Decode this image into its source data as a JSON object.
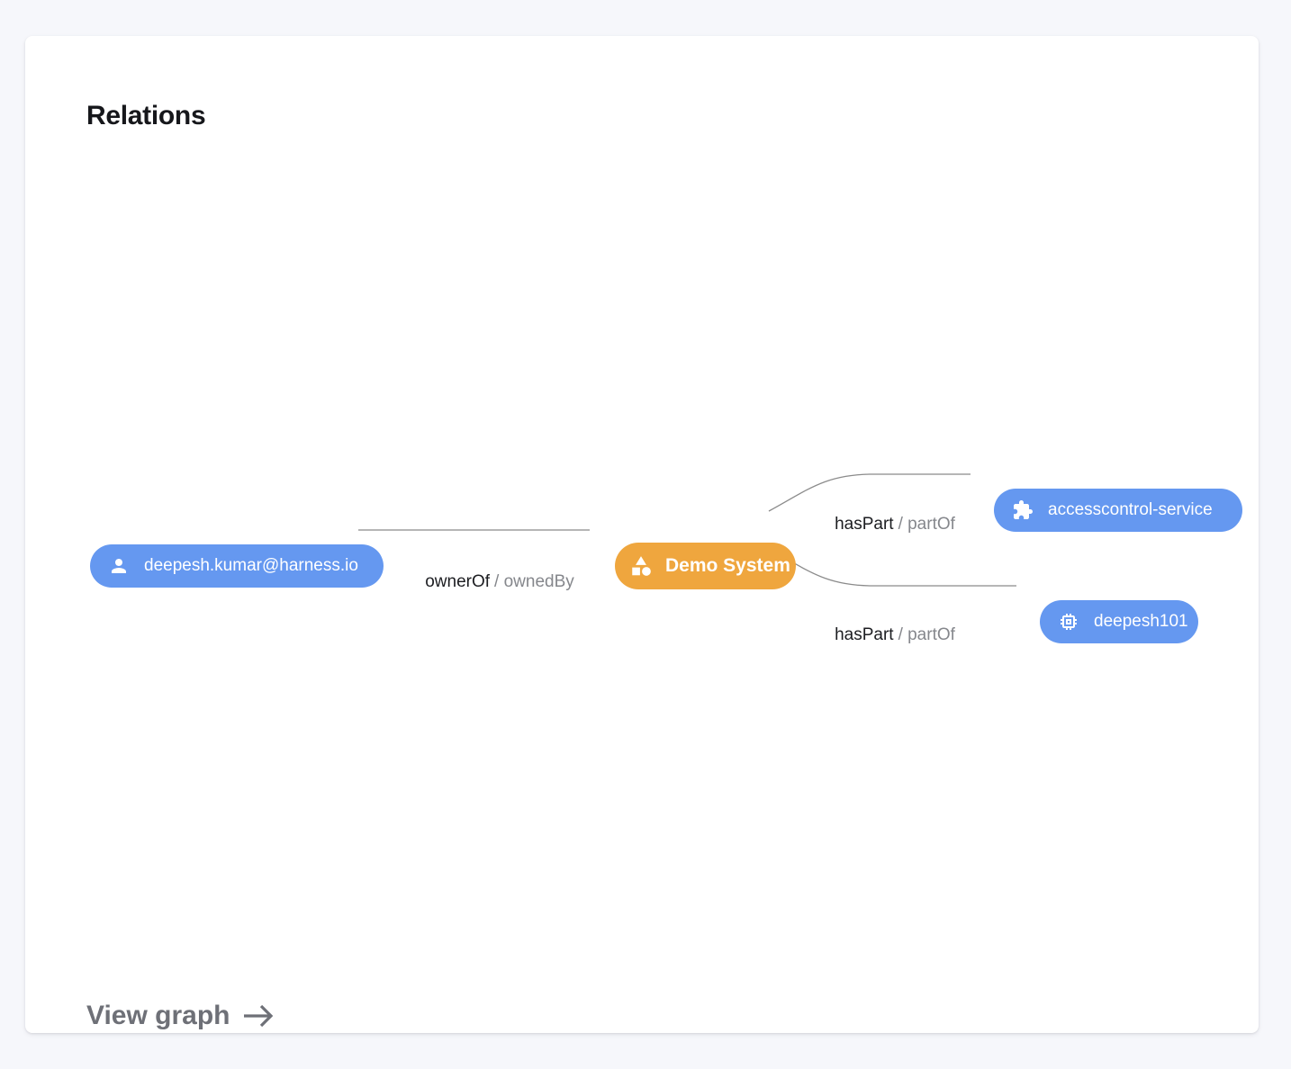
{
  "card": {
    "title": "Relations",
    "footer_link": "View graph"
  },
  "theme": {
    "page_bg": "#f6f7fb",
    "card_bg": "#ffffff",
    "node_text": "#ffffff",
    "dark_text": "#1c1d21",
    "muted_text": "#85878c",
    "footer_link": "#6e7077"
  },
  "graph": {
    "edge_color": "#8b8b8b",
    "nodes": [
      {
        "id": "user",
        "label": "deepesh.kumar@harness.io",
        "icon": "person-icon",
        "color": "#6598f0"
      },
      {
        "id": "system",
        "label": "Demo System",
        "icon": "category-icon",
        "color": "#efa63e"
      },
      {
        "id": "service",
        "label": "accesscontrol-service",
        "icon": "extension-icon",
        "color": "#6598f0"
      },
      {
        "id": "resource",
        "label": "deepesh101",
        "icon": "memory-icon",
        "color": "#6598f0"
      }
    ],
    "edges": [
      {
        "from": "user",
        "to": "system",
        "label_primary": "ownerOf",
        "label_rest": "/ ownedBy"
      },
      {
        "from": "system",
        "to": "service",
        "label_primary": "hasPart",
        "label_rest": "/ partOf"
      },
      {
        "from": "system",
        "to": "resource",
        "label_primary": "hasPart",
        "label_rest": "/ partOf"
      }
    ]
  }
}
